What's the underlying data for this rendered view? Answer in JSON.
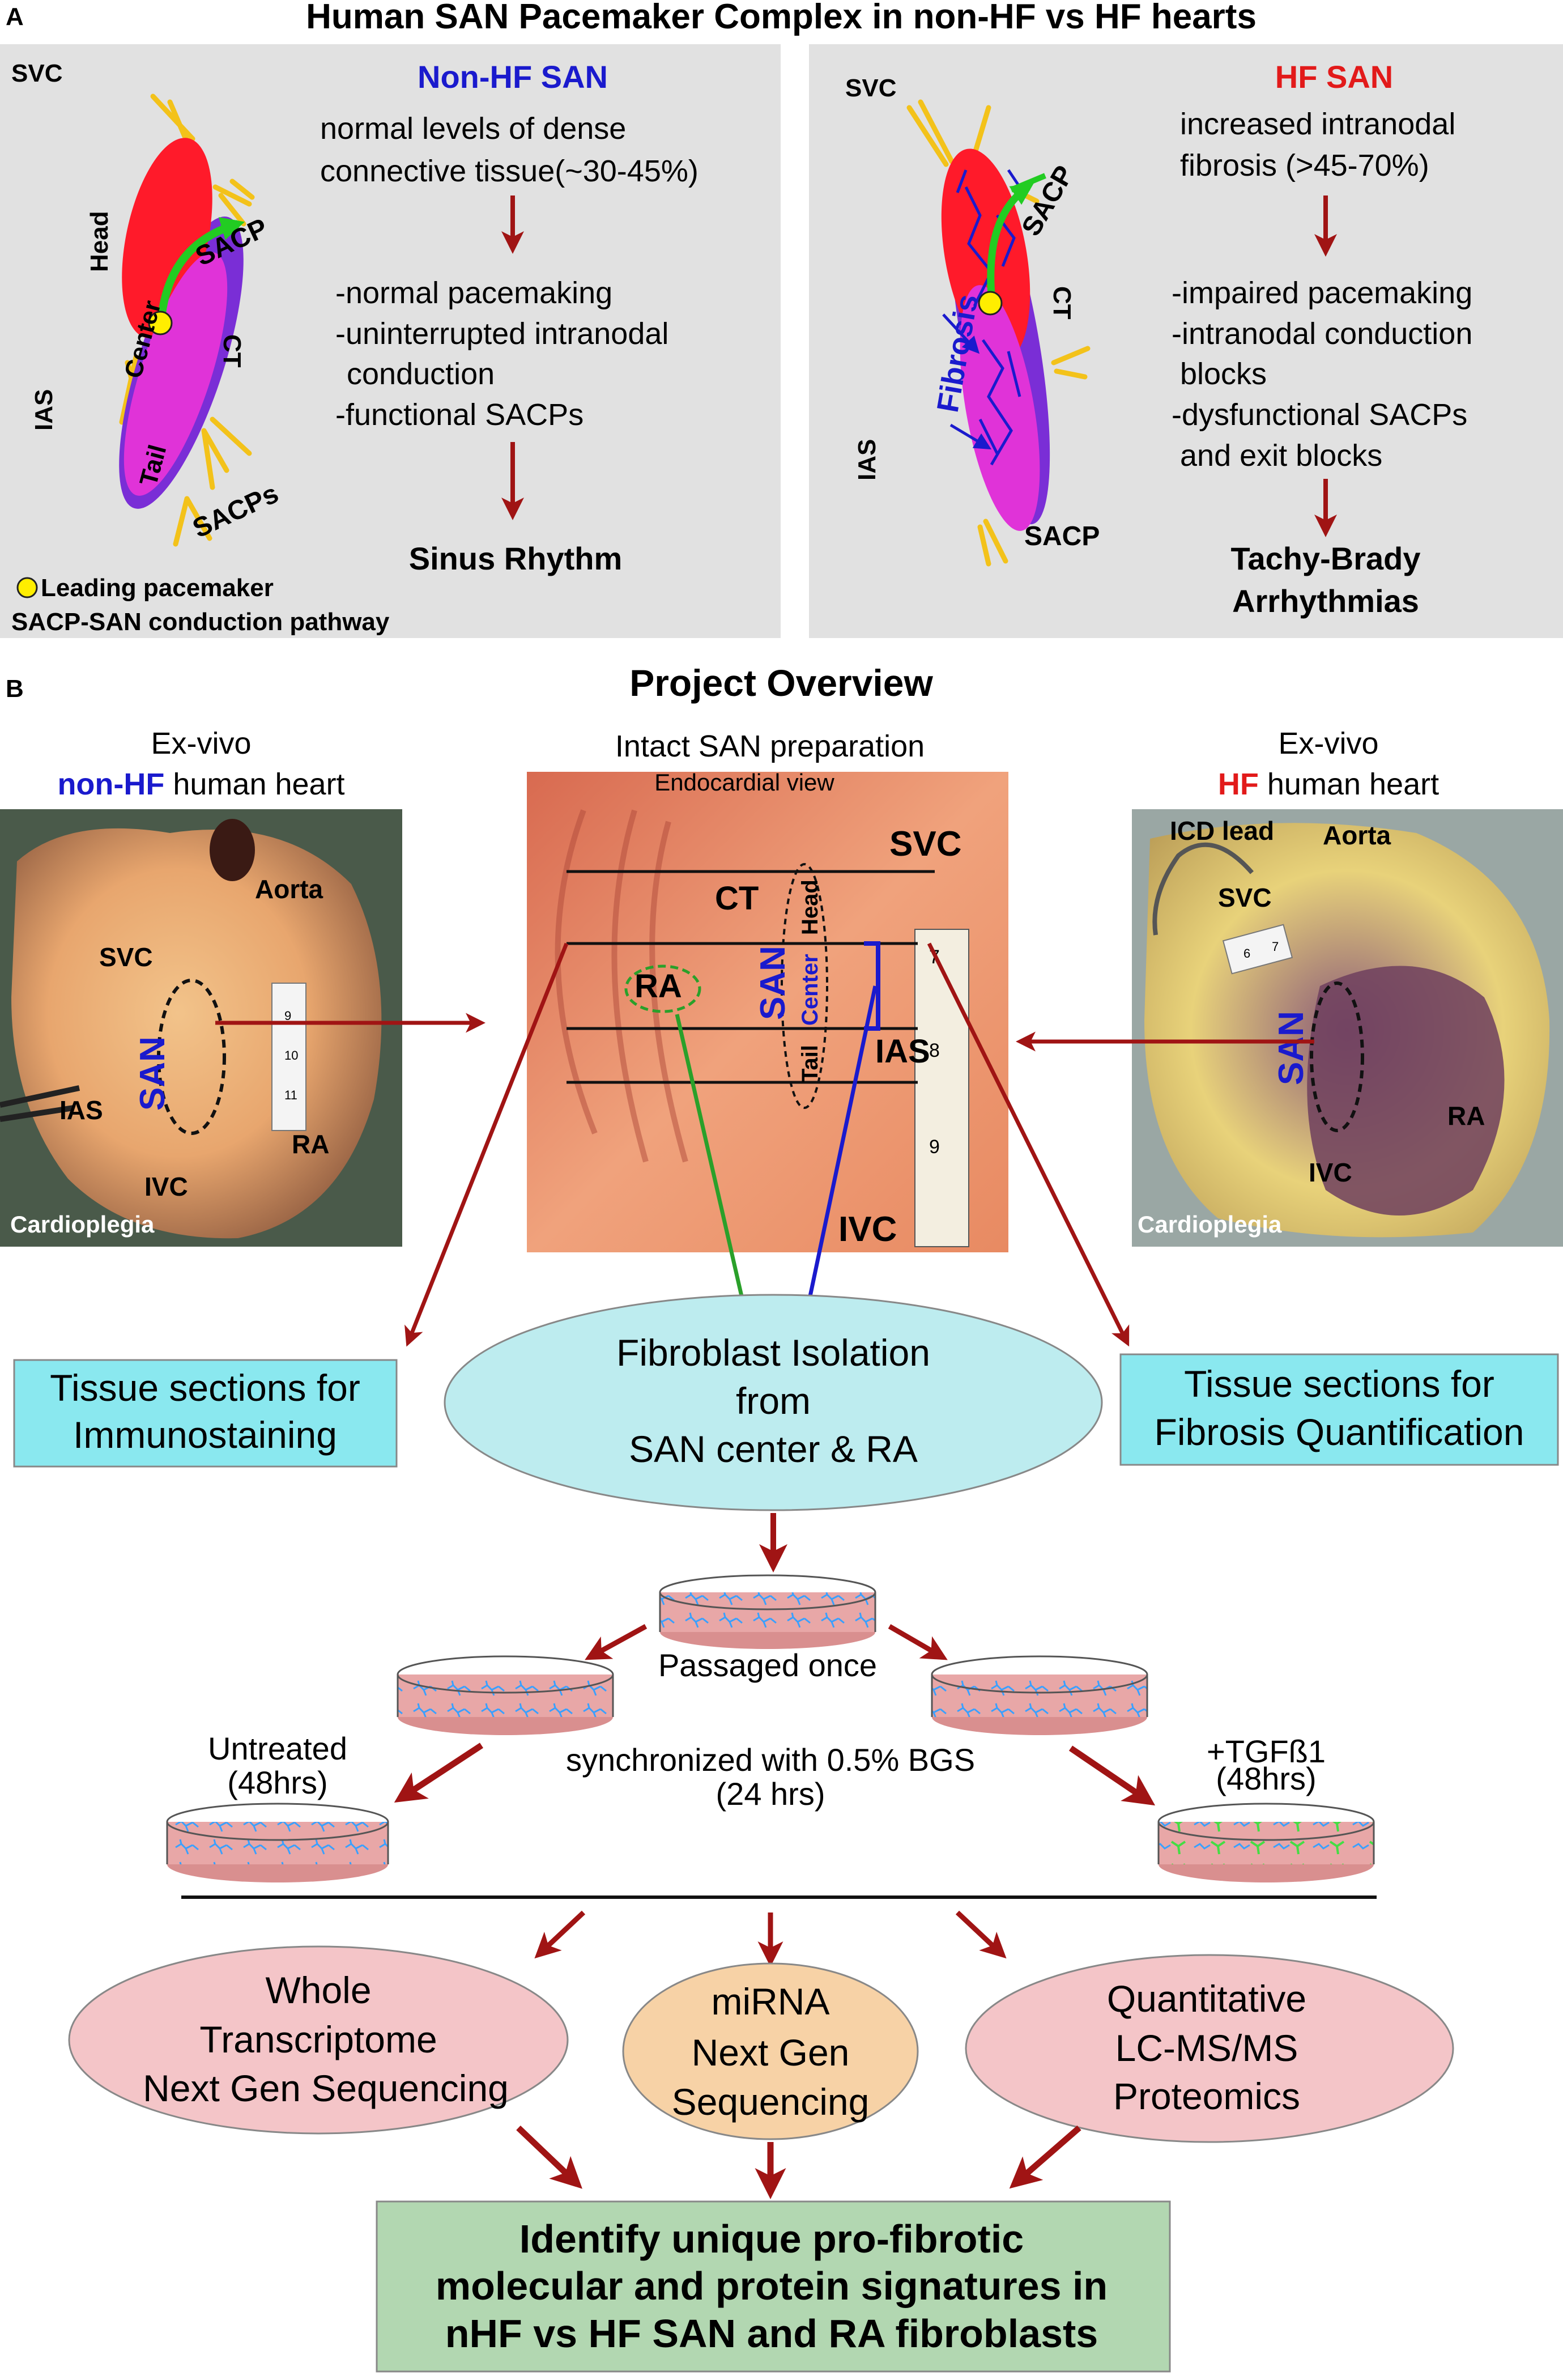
{
  "panel_a": {
    "letter": "A",
    "title": "Human SAN Pacemaker Complex in non-HF vs HF hearts",
    "left": {
      "svc": "SVC",
      "ias": "IAS",
      "head": "Head",
      "center": "Center",
      "tail": "Tail",
      "ct": "CT",
      "sacp": "SACP",
      "sacps": "SACPs",
      "heading": "Non-HF SAN",
      "desc1": "normal levels of dense",
      "desc2": "connective tissue(~30-45%)",
      "b1": "-normal pacemaking",
      "b2": "-uninterrupted intranodal",
      "b3": "conduction",
      "b4": "-functional SACPs",
      "result": "Sinus Rhythm",
      "legend1": "Leading pacemaker",
      "legend2": "SACP-SAN conduction pathway"
    },
    "right": {
      "svc": "SVC",
      "ias": "IAS",
      "ct": "CT",
      "sacp_top": "SACP",
      "sacp_bottom": "SACP",
      "fibrosis": "Fibrosis",
      "heading": "HF SAN",
      "desc1": "increased intranodal",
      "desc2": "fibrosis (>45-70%)",
      "b1": "-impaired pacemaking",
      "b2": "-intranodal conduction",
      "b3": "blocks",
      "b4": "-dysfunctional SACPs",
      "b5": "and exit blocks",
      "result1": "Tachy-Brady",
      "result2": "Arrhythmias"
    }
  },
  "panel_b": {
    "letter": "B",
    "title": "Project Overview",
    "left_heart": {
      "cap1": "Ex-vivo",
      "cap2_colored": "non-HF",
      "cap2_rest": " human heart",
      "aorta": "Aorta",
      "svc": "SVC",
      "san": "SAN",
      "ias": "IAS",
      "ivc": "IVC",
      "ra": "RA",
      "ruler": [
        "9",
        "10",
        "11"
      ],
      "badge": "Cardioplegia"
    },
    "center_prep": {
      "cap1": "Intact SAN preparation",
      "cap2": "Endocardial view",
      "svc": "SVC",
      "ct": "CT",
      "ra": "RA",
      "san": "SAN",
      "head": "Head",
      "center": "Center",
      "tail": "Tail",
      "ias": "IAS",
      "ivc": "IVC",
      "ruler": [
        "7",
        "8",
        "9"
      ]
    },
    "right_heart": {
      "cap1": "Ex-vivo",
      "cap2_colored": "HF",
      "cap2_rest": " human heart",
      "icd": "ICD lead",
      "aorta": "Aorta",
      "svc": "SVC",
      "san": "SAN",
      "ra": "RA",
      "ivc": "IVC",
      "ruler": [
        "6",
        "7"
      ],
      "badge": "Cardioplegia"
    },
    "box_left": [
      "Tissue sections for",
      "Immunostaining"
    ],
    "box_right": [
      "Tissue sections for",
      "Fibrosis Quantification"
    ],
    "isolation": [
      "Fibroblast Isolation",
      "from",
      "SAN center & RA"
    ],
    "passaged": "Passaged once",
    "untreated": [
      "Untreated",
      "(48hrs)"
    ],
    "sync": [
      "synchronized with 0.5% BGS",
      "(24 hrs)"
    ],
    "tgf": [
      "+TGFß1",
      "(48hrs)"
    ],
    "omics": {
      "left": [
        "Whole",
        "Transcriptome",
        "Next Gen Sequencing"
      ],
      "middle": [
        "miRNA",
        "Next Gen",
        "Sequencing"
      ],
      "right": [
        "Quantitative",
        "LC-MS/MS",
        "Proteomics"
      ]
    },
    "final": [
      "Identify unique pro-fibrotic",
      "molecular and protein signatures in",
      "nHF vs HF SAN and RA fibroblasts"
    ]
  },
  "colors": {
    "panel_bg": "#e1e1e1",
    "blue": "#1a1acd",
    "red": "#e21a1a",
    "dark_red": "#a01414",
    "node_magenta": "#e033d8",
    "node_red": "#ff1a2a",
    "cyan_box": "#8ae8ef",
    "cyan_ellipse": "#bdecef",
    "pink": "#f4c5c8",
    "peach": "#f7d2a6",
    "green_box": "#b2d7b1"
  }
}
